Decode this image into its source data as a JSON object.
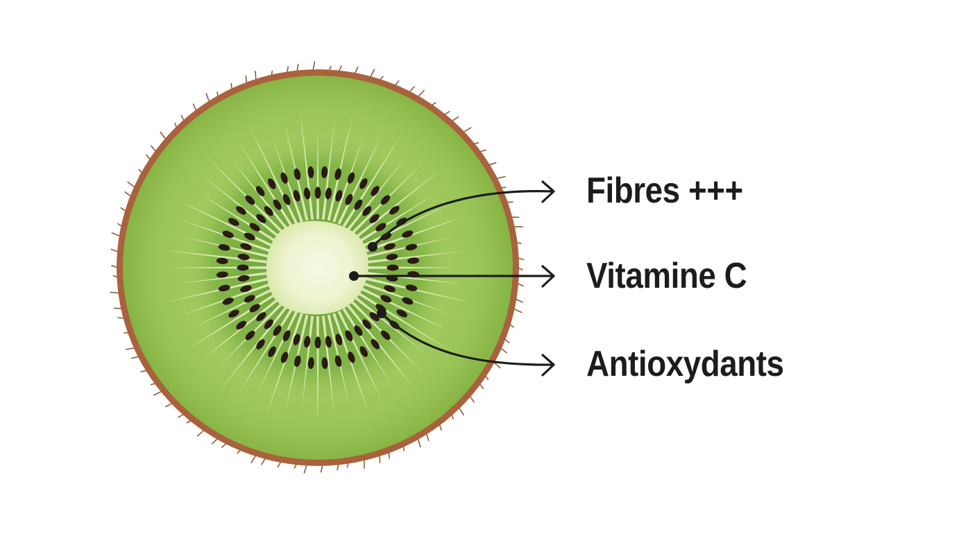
{
  "diagram": {
    "subject": "kiwi cross-section",
    "colors": {
      "background": "#ffffff",
      "skin": "#a9623d",
      "hair": "#8a5a3a",
      "flesh_outer": "#8fbc4a",
      "flesh_inner": "#a6cc62",
      "seed_ring": "#6fa53a",
      "ray": "#e4efc0",
      "core": "#f2f5dc",
      "seed": "#2a1a14",
      "arrow": "#1c1c1c",
      "label": "#1c1c1c"
    },
    "labels": [
      {
        "text": "Fibres +++"
      },
      {
        "text": "Vitamine C"
      },
      {
        "text": "Antioxydants"
      }
    ]
  }
}
